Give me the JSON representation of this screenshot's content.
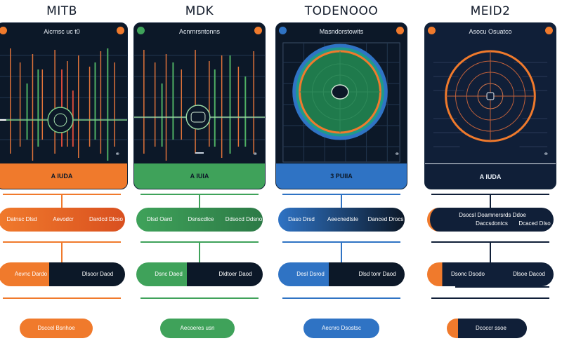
{
  "columns": [
    {
      "title": "MITB",
      "header": "Aicrnsc uc t0",
      "footer": "A IUDA",
      "accent": "#f07a2c",
      "dark": "#0c1828",
      "viz": "bars",
      "row1": [
        "Datnsc Dlsd",
        "Aevodcr",
        "Dardcd Dlcso"
      ],
      "row2": [
        "Aevnc Dardo",
        "Dlsoor Daod"
      ],
      "bottom": "Dsccel Bsnhoe"
    },
    {
      "title": "MDK",
      "header": "Acnrnrsntonns",
      "footer": "A IUIA",
      "accent": "#3fa25a",
      "dark": "#0c1828",
      "viz": "bars",
      "row1": [
        "Dlsd Oard",
        "Dsnscdlce",
        "Ddsocd Ddsno"
      ],
      "row2": [
        "Dsnc Daed",
        "Dldtoer Daod"
      ],
      "bottom": "Aecoeres usn"
    },
    {
      "title": "TODENOOO",
      "header": "Masndorstowits",
      "footer": "3 PUIIA",
      "accent": "#2f73c4",
      "dark": "#0c1828",
      "viz": "radar",
      "row1": [
        "Daso Drsd",
        "Aeecnedtsle",
        "Danced Drocs"
      ],
      "row2": [
        "Desl Dsrod",
        "Dlsd tonr Daod"
      ],
      "bottom": "Aecnro Dsostsc"
    },
    {
      "title": "MEID2",
      "header": "Asocu Osuatco",
      "footer": "A IUDA",
      "accent": "#f07a2c",
      "dark": "#101f38",
      "viz": "rings",
      "row1": [
        "Dsocsl Doamnersrds Ddoe",
        "Daccsdontcs",
        "Dcaced Dlso"
      ],
      "row2": [
        "Dsonc Dsodo",
        "Dlsoe Dacod"
      ],
      "bottom": "Dcoccr ssoe"
    }
  ]
}
